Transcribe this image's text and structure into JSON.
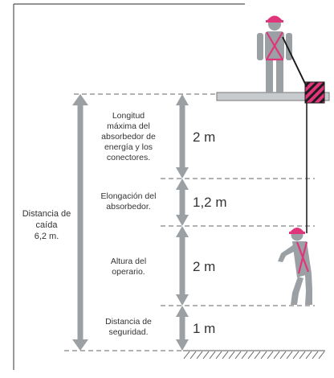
{
  "labels": {
    "absorber_length": "Longitud\nmáxima del\nabsorbedor de\nenergía y los\nconectores.",
    "absorber_elongation": "Elongación del\nabsorbedor.",
    "worker_height": "Altura del\noperario.",
    "safety_distance": "Distancia de\nseguridad.",
    "fall_distance": "Distancia de\ncaída\n6,2 m."
  },
  "values": {
    "absorber_length": "2 m",
    "absorber_elongation": "1,2 m",
    "worker_height": "2 m",
    "safety_distance": "1 m"
  },
  "colors": {
    "frame": "#555555",
    "gray": "#9aa0a4",
    "dark_gray": "#6e7275",
    "harness": "#e0357a",
    "platform": "#c8cbce",
    "text": "#333333"
  }
}
